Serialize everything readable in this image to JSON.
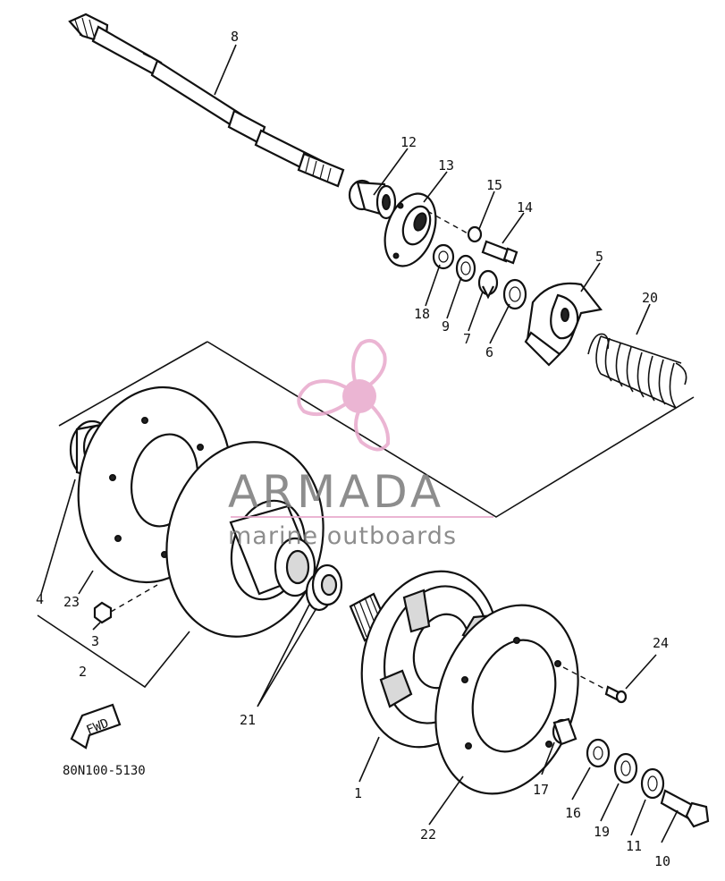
{
  "watermark": {
    "brand": "ARMADA",
    "tagline": "marine outboards",
    "logo_color": "#e8a9cc",
    "text_color": "#7a7a7a"
  },
  "fwd_label": "FWD",
  "caption": "80N100-5130",
  "callouts": {
    "c1": "1",
    "c2": "2",
    "c3": "3",
    "c4": "4",
    "c5": "5",
    "c6": "6",
    "c7": "7",
    "c8": "8",
    "c9": "9",
    "c10": "10",
    "c11": "11",
    "c12": "12",
    "c13": "13",
    "c14": "14",
    "c15": "15",
    "c16": "16",
    "c17": "17",
    "c18": "18",
    "c19": "19",
    "c20": "20",
    "c21": "21",
    "c22": "22",
    "c23": "23",
    "c24": "24"
  }
}
